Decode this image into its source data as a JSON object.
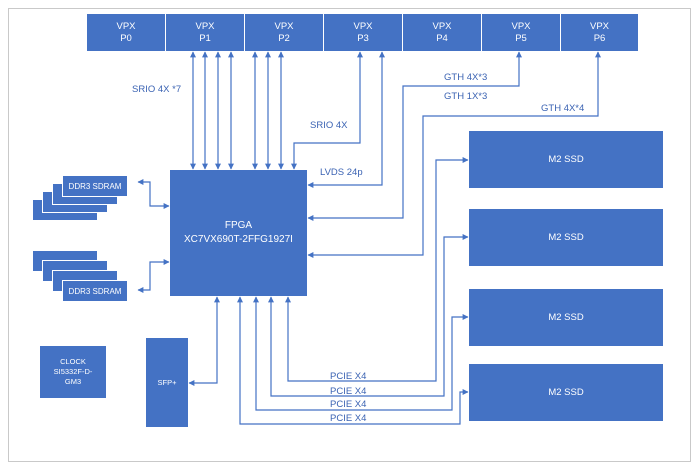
{
  "vpx": [
    {
      "name": "VPX",
      "port": "P0"
    },
    {
      "name": "VPX",
      "port": "P1"
    },
    {
      "name": "VPX",
      "port": "P2"
    },
    {
      "name": "VPX",
      "port": "P3"
    },
    {
      "name": "VPX",
      "port": "P4"
    },
    {
      "name": "VPX",
      "port": "P5"
    },
    {
      "name": "VPX",
      "port": "P6"
    }
  ],
  "labels": {
    "srio_4x7": "SRIO 4X *7",
    "srio_4x": "SRIO 4X",
    "lvds": "LVDS 24p",
    "gth_4x3": "GTH 4X*3",
    "gth_1x3": "GTH 1X*3",
    "gth_4x4": "GTH 4X*4",
    "pcie": [
      "PCIE X4",
      "PCIE X4",
      "PCIE X4",
      "PCIE X4"
    ]
  },
  "fpga": {
    "title": "FPGA",
    "part": "XC7VX690T-2FFG1927I"
  },
  "ddr": [
    "DDR3 SDRAM",
    "DDR3 SDRAM"
  ],
  "ssd": [
    "M2 SSD",
    "M2 SSD",
    "M2 SSD",
    "M2 SSD"
  ],
  "clock": {
    "line1": "CLOCK",
    "line2": "SI5332F-D-",
    "line3": "GM3"
  },
  "sfp": "SFP+",
  "colors": {
    "block": "#4472c4",
    "wire": "#4472c4",
    "label": "#3b63b3",
    "border": "#c9c9c9"
  }
}
